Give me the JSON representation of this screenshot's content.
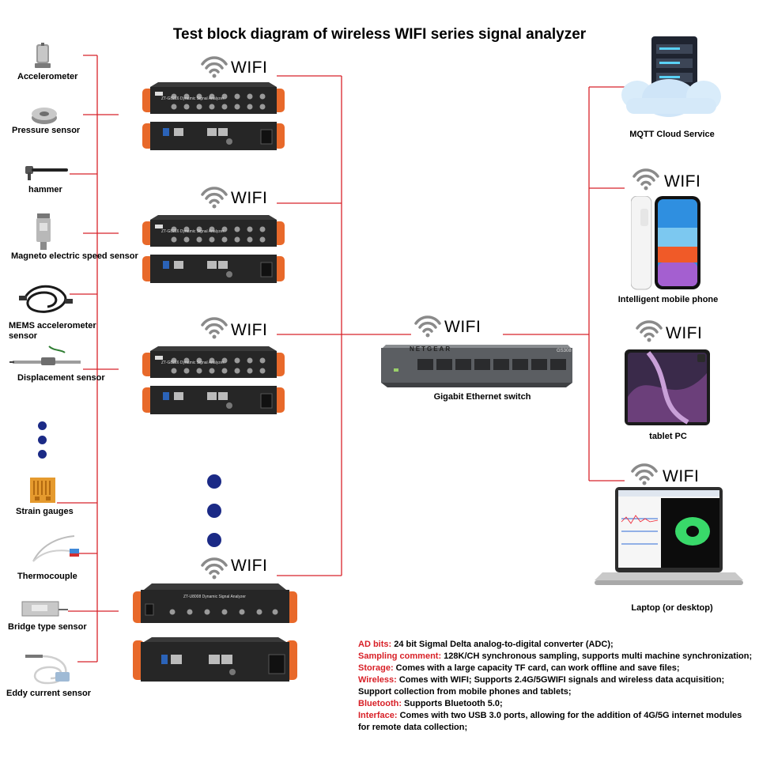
{
  "title": "Test block diagram of wireless WIFI series signal analyzer",
  "sensors": [
    {
      "label": "Accelerometer",
      "icon": "accelerometer-icon"
    },
    {
      "label": "Pressure sensor",
      "icon": "pressure-sensor-icon"
    },
    {
      "label": "hammer",
      "icon": "hammer-icon"
    },
    {
      "label": "Magneto electric speed sensor",
      "icon": "magneto-electric-sensor-icon"
    },
    {
      "label": "MEMS accelerometer sensor",
      "icon": "mems-accelerometer-icon"
    },
    {
      "label": "Displacement sensor",
      "icon": "displacement-sensor-icon"
    },
    {
      "label": "Strain gauges",
      "icon": "strain-gauge-icon"
    },
    {
      "label": "Thermocouple",
      "icon": "thermocouple-icon"
    },
    {
      "label": "Bridge type sensor",
      "icon": "bridge-sensor-icon"
    },
    {
      "label": "Eddy current sensor",
      "icon": "eddy-current-sensor-icon"
    }
  ],
  "wifi_label": "WIFI",
  "analyzers": {
    "model_16": "ZT-G8216 Dynamic Signal Analyzer",
    "model_8": "ZT-U8008 Dynamic Signal Analyzer"
  },
  "network": {
    "switch_label": "Gigabit Ethernet switch",
    "switch_brand": "NETGEAR",
    "switch_model": "GS308"
  },
  "clients": [
    {
      "label": "MQTT Cloud Service",
      "icon": "cloud-server-icon"
    },
    {
      "label": "Intelligent mobile phone",
      "icon": "smartphone-icon"
    },
    {
      "label": "tablet PC",
      "icon": "tablet-icon"
    },
    {
      "label": "Laptop (or desktop)",
      "icon": "laptop-icon"
    }
  ],
  "specs": [
    {
      "key": "AD bits:",
      "text": " 24 bit Sigmal Delta analog-to-digital converter (ADC);"
    },
    {
      "key": "Sampling comment:",
      "text": " 128K/CH synchronous sampling, supports multi machine synchronization;"
    },
    {
      "key": "Storage:",
      "text": " Comes with a large capacity TF card, can work offline and save files;"
    },
    {
      "key": "Wireless:",
      "text": " Comes with WIFI; Supports 2.4G/5GWIFI signals and wireless data acquisition; Support collection from mobile phones and tablets;"
    },
    {
      "key": "Bluetooth:",
      "text": " Supports Bluetooth 5.0;"
    },
    {
      "key": "Interface:",
      "text": " Comes with two USB 3.0 ports, allowing for the addition of 4G/5G internet modules for remote data collection;"
    }
  ],
  "colors": {
    "line": "#d8232a",
    "orange": "#e8692a",
    "device": "#2a2a2a",
    "dots": "#1b2a86",
    "spec_key": "#d81f26"
  }
}
